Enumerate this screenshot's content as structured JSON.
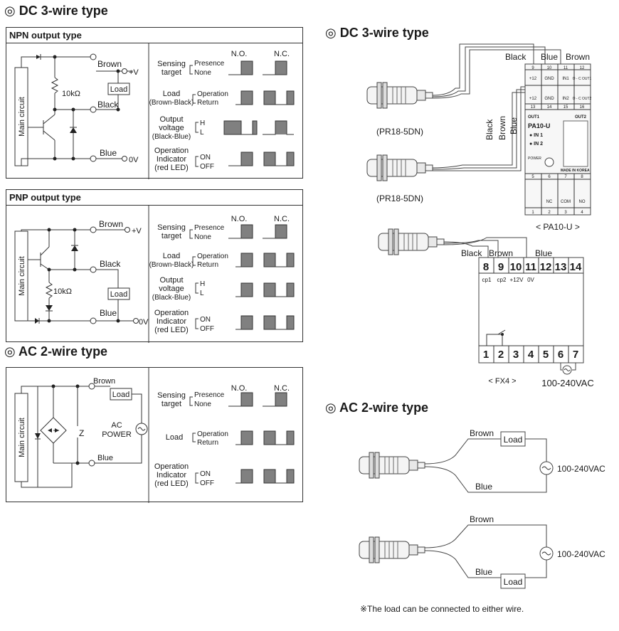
{
  "sections": {
    "dc3_left_title": "◎ DC 3-wire type",
    "ac2_left_title": "◎ AC 2-wire type",
    "dc3_right_title": "◎ DC 3-wire type",
    "ac2_right_title": "◎ AC 2-wire type"
  },
  "npn": {
    "title": "NPN output type",
    "main_circuit": "Main circuit",
    "brown": "Brown",
    "black": "Black",
    "blue": "Blue",
    "plus_v": "+V",
    "zero_v": "0V",
    "load": "Load",
    "resistor": "10kΩ"
  },
  "pnp": {
    "title": "PNP output type",
    "main_circuit": "Main circuit",
    "brown": "Brown",
    "black": "Black",
    "blue": "Blue",
    "plus_v": "+V",
    "zero_v": "0V",
    "load": "Load",
    "resistor": "10kΩ"
  },
  "ac_circuit": {
    "main_circuit": "Main circuit",
    "brown": "Brown",
    "blue": "Blue",
    "load": "Load",
    "ac_power_1": "AC",
    "ac_power_2": "POWER"
  },
  "timing": {
    "no": "N.O.",
    "nc": "N.C.",
    "sensing_target_1": "Sensing",
    "sensing_target_2": "target",
    "presence": "Presence",
    "none": "None",
    "load_1": "Load",
    "load_2": "(Brown-Black)",
    "load_ac": "Load",
    "operation": "Operation",
    "return": "Return",
    "output_1": "Output",
    "output_2": "voltage",
    "output_3": "(Black-Blue)",
    "h": "H",
    "l": "L",
    "indicator_1": "Operation",
    "indicator_2": "Indicator",
    "indicator_3": "(red LED)",
    "on": "ON",
    "off": "OFF"
  },
  "pa10": {
    "cable_black": "Black",
    "cable_blue": "Blue",
    "cable_brown": "Brown",
    "sensor1_label": "(PR18-5DN)",
    "sensor2_label": "(PR18-5DN)",
    "side_black": "Black",
    "side_brown": "Brown",
    "side_blue": "Blue",
    "top_nums": [
      "9",
      "10",
      "11",
      "12"
    ],
    "top_labels": [
      "+12",
      "GND",
      "IN1",
      "O - C OUT1"
    ],
    "mid_labels": [
      "+12",
      "GND",
      "IN2",
      "O - C OUT2"
    ],
    "mid_nums": [
      "13",
      "14",
      "15",
      "16"
    ],
    "out1": "OUT1",
    "out2": "OUT2",
    "model": "PA10-U",
    "in1": "● IN 1",
    "in2": "● IN 2",
    "power": "POWER",
    "made_in": "MADE IN KOREA",
    "bottom_top_nums": [
      "5",
      "6",
      "7",
      "8"
    ],
    "bottom_labels": [
      "",
      "NC",
      "COM",
      "NO"
    ],
    "bottom_nums": [
      "1",
      "2",
      "3",
      "4"
    ],
    "caption": "< PA10-U >"
  },
  "fx4": {
    "wire_black": "Black",
    "wire_brown": "Brown",
    "wire_blue": "Blue",
    "top_terminals": [
      "8",
      "9",
      "10",
      "11",
      "12",
      "13",
      "14"
    ],
    "pin_labels": [
      "cp1",
      "cp2",
      "+12V",
      "0V"
    ],
    "bottom_terminals": [
      "1",
      "2",
      "3",
      "4",
      "5",
      "6",
      "7"
    ],
    "caption": "< FX4 >",
    "supply": "100-240VAC"
  },
  "ac_wiring": {
    "brown_1": "Brown",
    "blue_1": "Blue",
    "load_1": "Load",
    "supply_1": "100-240VAC",
    "brown_2": "Brown",
    "blue_2": "Blue",
    "load_2": "Load",
    "supply_2": "100-240VAC",
    "note": "※The load can be connected to either wire."
  }
}
